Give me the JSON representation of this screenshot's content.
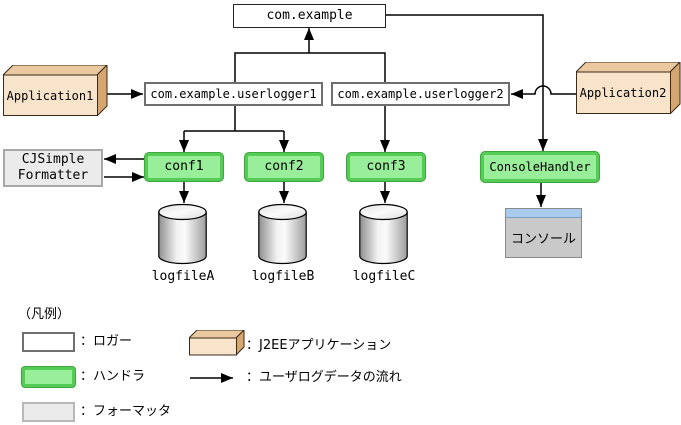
{
  "nodes": {
    "com_example": "com.example",
    "userlogger1": "com.example.userlogger1",
    "userlogger2": "com.example.userlogger2",
    "application1": "Application1",
    "application2": "Application2",
    "formatter_line1": "CJSimple",
    "formatter_line2": "Formatter",
    "conf1": "conf1",
    "conf2": "conf2",
    "conf3": "conf3",
    "console_handler": "ConsoleHandler",
    "console": "コンソール",
    "logfile_a": "logfileA",
    "logfile_b": "logfileB",
    "logfile_c": "logfileC"
  },
  "legend": {
    "title": "（凡例）",
    "logger": "：ロガー",
    "handler": "：ハンドラ",
    "formatter": "：フォーマッタ",
    "j2ee": "：J2EEアプリケーション",
    "flow": "：ユーザログデータの流れ"
  },
  "colors": {
    "handler_fill": "#99ee99",
    "handler_border": "#55cc55",
    "formatter_fill": "#ebebeb",
    "formatter_border": "#a8a8a8",
    "app_front": "#f8e4ca",
    "app_top": "#ebc9a0",
    "app_side": "#d6a670",
    "console_bar": "#a9cbee",
    "console_body": "#c9c9c9",
    "line": "#000000"
  }
}
